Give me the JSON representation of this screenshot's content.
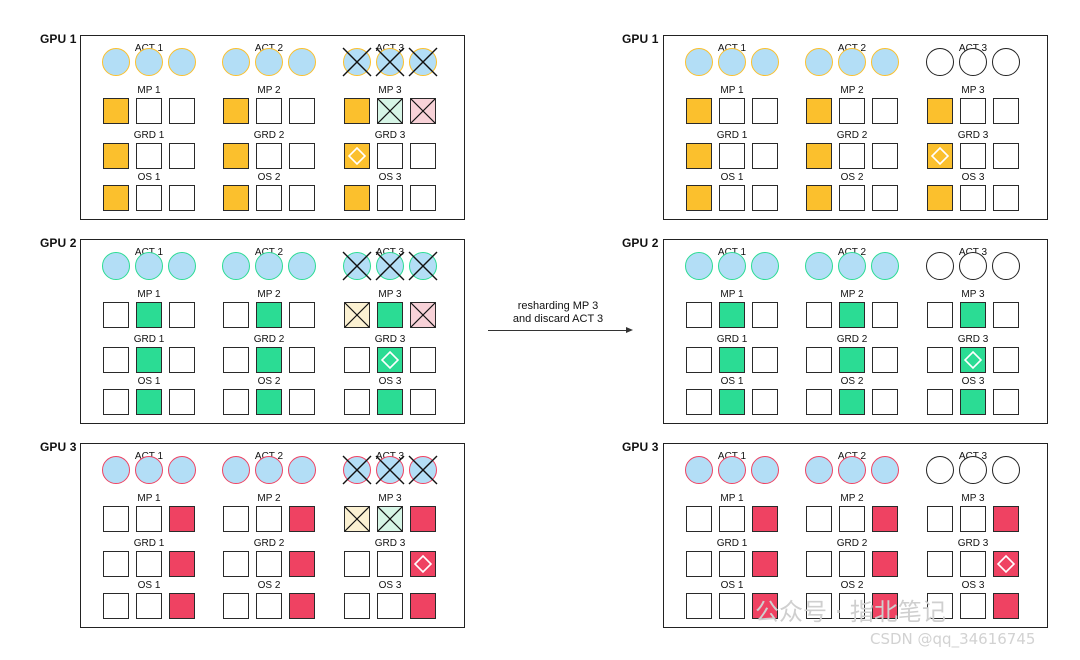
{
  "colors": {
    "gpu1": "#fbc02d",
    "gpu2": "#2bdc94",
    "gpu3": "#ef4262",
    "act_fill": "#b3def6",
    "mp_gpu1_tint": "#fbf1d2",
    "mp_gpu2_tint": "#d6f5e6",
    "mp_gpu3_tint": "#f8d2d8"
  },
  "arrow": {
    "line1": "resharding MP 3",
    "line2": "and discard ACT 3"
  },
  "watermark": {
    "wechat": "公众号 · 指北笔记",
    "csdn": "CSDN @qq_34616745"
  },
  "panels": [
    {
      "gpu": "GPU 1",
      "owner": 1,
      "after": false,
      "groups": [
        {
          "act": "ACT 1",
          "mp": "MP 1",
          "grd": "GRD 1",
          "os": "OS 1"
        },
        {
          "act": "ACT 2",
          "mp": "MP 2",
          "grd": "GRD 2",
          "os": "OS 2"
        },
        {
          "act": "ACT 3",
          "mp": "MP 3",
          "grd": "GRD 3",
          "os": "OS 3"
        }
      ]
    },
    {
      "gpu": "GPU 1",
      "owner": 1,
      "after": true,
      "groups": [
        {
          "act": "ACT 1",
          "mp": "MP 1",
          "grd": "GRD 1",
          "os": "OS 1"
        },
        {
          "act": "ACT 2",
          "mp": "MP 2",
          "grd": "GRD 2",
          "os": "OS 2"
        },
        {
          "act": "ACT 3",
          "mp": "MP 3",
          "grd": "GRD 3",
          "os": "OS 3"
        }
      ]
    },
    {
      "gpu": "GPU 2",
      "owner": 2,
      "after": false,
      "groups": [
        {
          "act": "ACT 1",
          "mp": "MP 1",
          "grd": "GRD 1",
          "os": "OS 1"
        },
        {
          "act": "ACT 2",
          "mp": "MP 2",
          "grd": "GRD 2",
          "os": "OS 2"
        },
        {
          "act": "ACT 3",
          "mp": "MP 3",
          "grd": "GRD 3",
          "os": "OS 3"
        }
      ]
    },
    {
      "gpu": "GPU 2",
      "owner": 2,
      "after": true,
      "groups": [
        {
          "act": "ACT 1",
          "mp": "MP 1",
          "grd": "GRD 1",
          "os": "OS 1"
        },
        {
          "act": "ACT 2",
          "mp": "MP 2",
          "grd": "GRD 2",
          "os": "OS 2"
        },
        {
          "act": "ACT 3",
          "mp": "MP 3",
          "grd": "GRD 3",
          "os": "OS 3"
        }
      ]
    },
    {
      "gpu": "GPU 3",
      "owner": 3,
      "after": false,
      "groups": [
        {
          "act": "ACT 1",
          "mp": "MP 1",
          "grd": "GRD 1",
          "os": "OS 1"
        },
        {
          "act": "ACT 2",
          "mp": "MP 2",
          "grd": "GRD 2",
          "os": "OS 2"
        },
        {
          "act": "ACT 3",
          "mp": "MP 3",
          "grd": "GRD 3",
          "os": "OS 3"
        }
      ]
    },
    {
      "gpu": "GPU 3",
      "owner": 3,
      "after": true,
      "groups": [
        {
          "act": "ACT 1",
          "mp": "MP 1",
          "grd": "GRD 1",
          "os": "OS 1"
        },
        {
          "act": "ACT 2",
          "mp": "MP 2",
          "grd": "GRD 2",
          "os": "OS 2"
        },
        {
          "act": "ACT 3",
          "mp": "MP 3",
          "grd": "GRD 3",
          "os": "OS 3"
        }
      ]
    }
  ]
}
